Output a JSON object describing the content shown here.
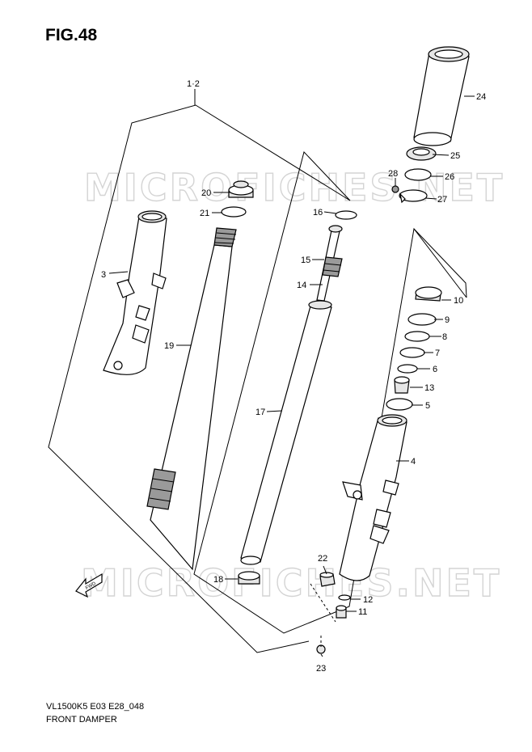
{
  "figure": {
    "title": "FIG.48",
    "model_code": "VL1500K5 E03 E28_048",
    "description": "FRONT DAMPER",
    "watermark": "MICROFICHES.NET",
    "fwd_label": "FWD"
  },
  "callouts": {
    "c1_2": "1·2",
    "c3": "3",
    "c4": "4",
    "c5": "5",
    "c6": "6",
    "c7": "7",
    "c8": "8",
    "c9": "9",
    "c10": "10",
    "c11": "11",
    "c12": "12",
    "c13": "13",
    "c14": "14",
    "c15": "15",
    "c16": "16",
    "c17": "17",
    "c18": "18",
    "c19": "19",
    "c20": "20",
    "c21": "21",
    "c22": "22",
    "c23": "23",
    "c24": "24",
    "c25": "25",
    "c26": "26",
    "c27": "27",
    "c28": "28"
  }
}
